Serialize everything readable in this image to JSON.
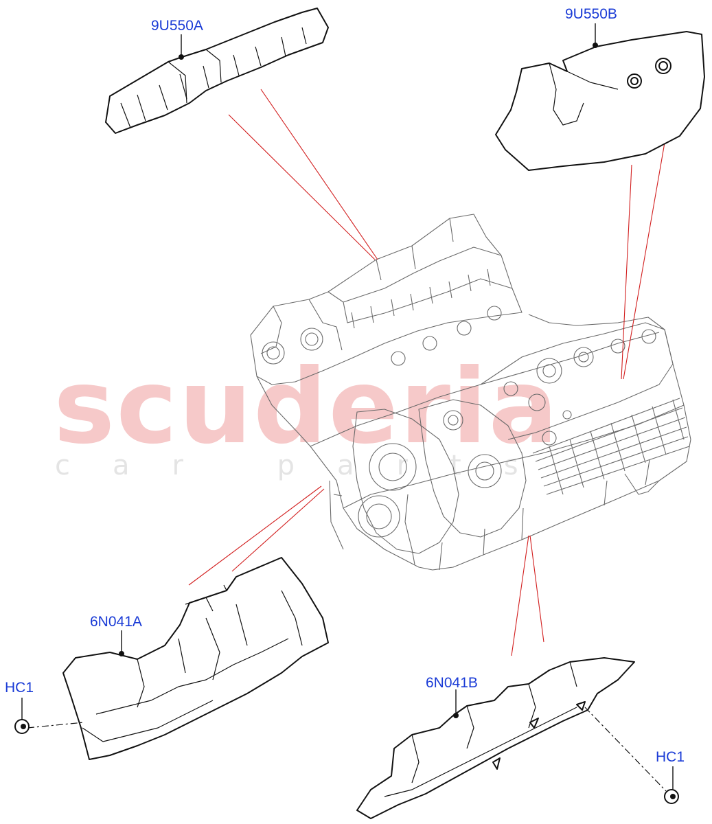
{
  "watermark": {
    "brand": "scuderia",
    "tagline": "car parts",
    "brand_color": "#f6c9c9",
    "tagline_color": "#e4e4e4"
  },
  "colors": {
    "callout_text": "#1a3bd6",
    "leader_line": "#d21e1e",
    "part_outline": "#111111",
    "engine_outline": "#555555"
  },
  "callouts": {
    "part_9u550a": "9U550A",
    "part_9u550b": "9U550B",
    "part_6n041a": "6N041A",
    "part_6n041b": "6N041B",
    "hc1_left": "HC1",
    "hc1_right": "HC1"
  }
}
